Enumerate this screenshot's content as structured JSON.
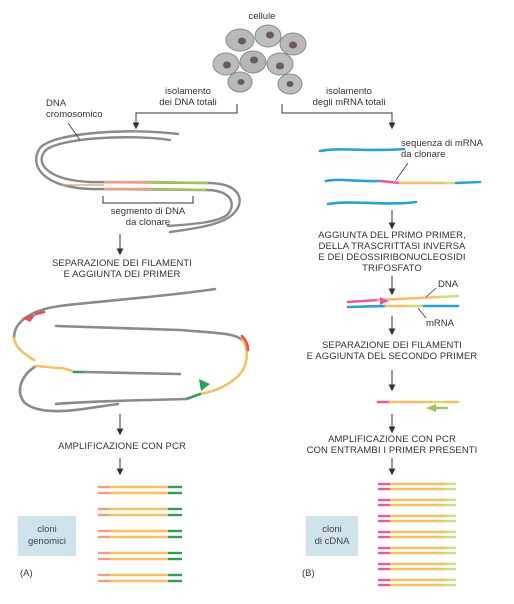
{
  "top": {
    "cells_label": "cellule"
  },
  "left": {
    "branch_label": [
      "isolamento",
      "dei DNA totali"
    ],
    "dna_label": [
      "DNA",
      "cromosomico"
    ],
    "segment_label": [
      "segmento di DNA",
      "da clonare"
    ],
    "step1": [
      "SEPARAZIONE DEI FILAMENTI",
      "E AGGIUNTA DEI PRIMER"
    ],
    "step2": "AMPLIFICAZIONE CON PCR",
    "clones": [
      "cloni",
      "genomici"
    ],
    "panel": "(A)"
  },
  "right": {
    "branch_label": [
      "isolamento",
      "degli mRNA totali"
    ],
    "mrna_label": [
      "sequenza di mRNA",
      "da clonare"
    ],
    "step1": [
      "AGGIUNTA DEL PRIMO PRIMER,",
      "DELLA TRASCRITTASI INVERSA",
      "E DEI DEOSSIRIBONUCLEOSIDI",
      "TRIFOSFATO"
    ],
    "hybrid_dna": "DNA",
    "hybrid_mrna": "mRNA",
    "step2": [
      "SEPARAZIONE DEI FILAMENTI",
      "E AGGIUNTA DEL SECONDO PRIMER"
    ],
    "step3": [
      "AMPLIFICAZIONE CON PCR",
      "CON ENTRAMBI I PRIMER PRESENTI"
    ],
    "clones": [
      "cloni",
      "di cDNA"
    ],
    "panel": "(B)"
  },
  "colors": {
    "gray_strand": "#8a8a8a",
    "mrna_blue": "#2aa0d8",
    "orange": "#f4c066",
    "salmon": "#ef9d84",
    "olive": "#a7bf5c",
    "primer_red": "#e84c5c",
    "primer_green": "#2e9e5a",
    "pink": "#e85aa0",
    "lime": "#c9e07a",
    "clone_box": "#cfe3ec"
  }
}
